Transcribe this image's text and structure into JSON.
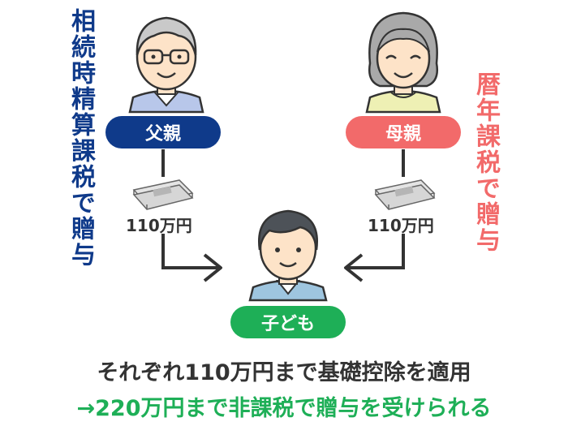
{
  "left": {
    "method": "相続時精算課税で贈与",
    "label": "父親",
    "amount": "110万円"
  },
  "right": {
    "method": "暦年課税で贈与",
    "label": "母親",
    "amount": "110万円"
  },
  "child": {
    "label": "子ども"
  },
  "caption": {
    "line1": "それぞれ110万円まで基礎控除を適用",
    "line2": "→220万円まで非課税で贈与を受けられる"
  },
  "colors": {
    "navy": "#0f3a8a",
    "red": "#f26a6a",
    "green": "#1eaf57",
    "arrow": "#333333"
  }
}
